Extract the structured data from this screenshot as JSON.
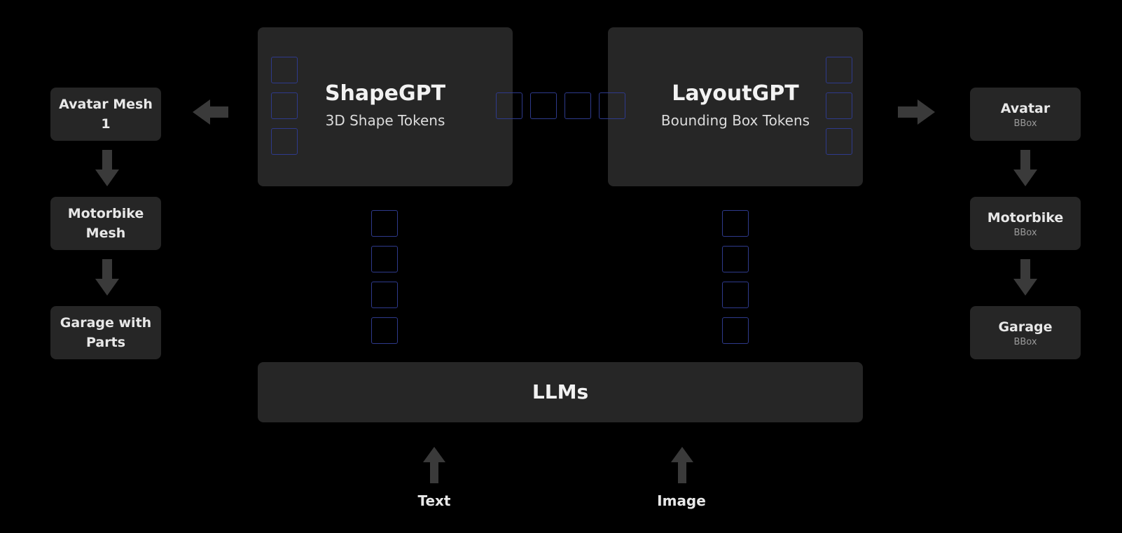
{
  "shape_panel": {
    "title": "ShapeGPT",
    "subtitle": "3D Shape Tokens"
  },
  "layout_panel": {
    "title": "LayoutGPT",
    "subtitle": "Bounding Box Tokens"
  },
  "llm": {
    "label": "LLMs"
  },
  "inputs": {
    "text": "Text",
    "image": "Image"
  },
  "left_column": [
    {
      "label": "Avatar Mesh 1"
    },
    {
      "label": "Motorbike Mesh"
    },
    {
      "label": "Garage with Parts"
    }
  ],
  "right_column": [
    {
      "label": "Avatar",
      "sub": "BBox"
    },
    {
      "label": "Motorbike",
      "sub": "BBox"
    },
    {
      "label": "Garage",
      "sub": "BBox"
    }
  ],
  "colors": {
    "background": "#000000",
    "panel": "#262626",
    "token_border": "#2e3a8c",
    "arrow": "#3a3a3a"
  }
}
